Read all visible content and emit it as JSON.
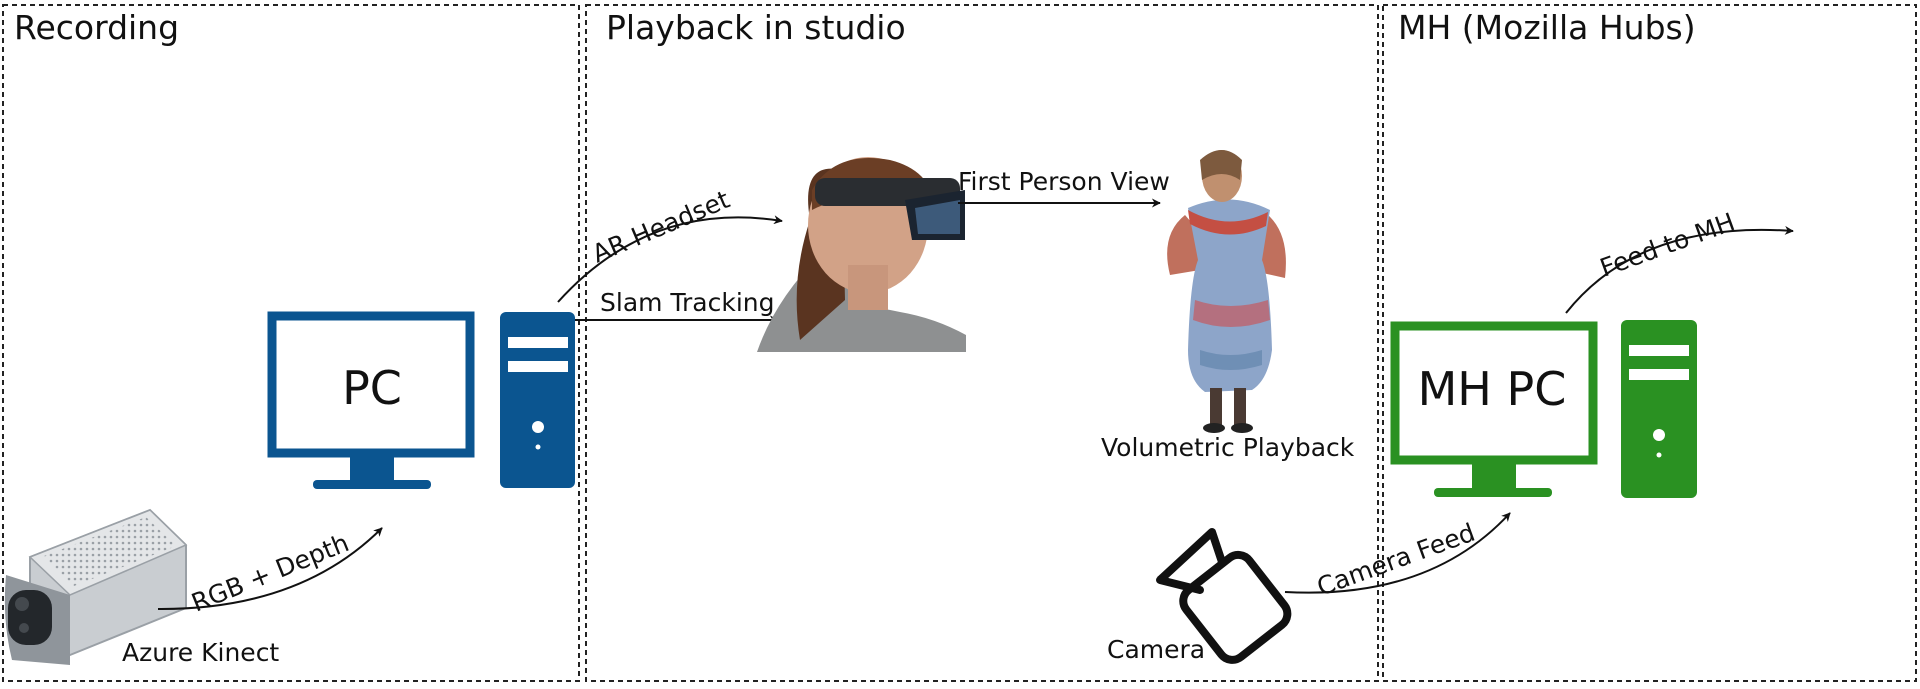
{
  "panels": {
    "recording": "Recording",
    "playback": "Playback in studio",
    "mh": "MH (Mozilla Hubs)"
  },
  "devices": {
    "pc": "PC",
    "mh_pc": "MH PC",
    "kinect": "Azure Kinect",
    "camera": "Camera",
    "volumetric": "Volumetric Playback"
  },
  "arrows": {
    "rgb_depth": "RGB + Depth",
    "ar_headset": "AR Headset",
    "slam_tracking": "Slam Tracking",
    "first_person": "First Person View",
    "feed_to_mh": "Feed to MH",
    "camera_feed": "Camera Feed"
  },
  "colors": {
    "pc_blue": "#0b5590",
    "mh_green": "#2a9122",
    "line": "#111111"
  }
}
